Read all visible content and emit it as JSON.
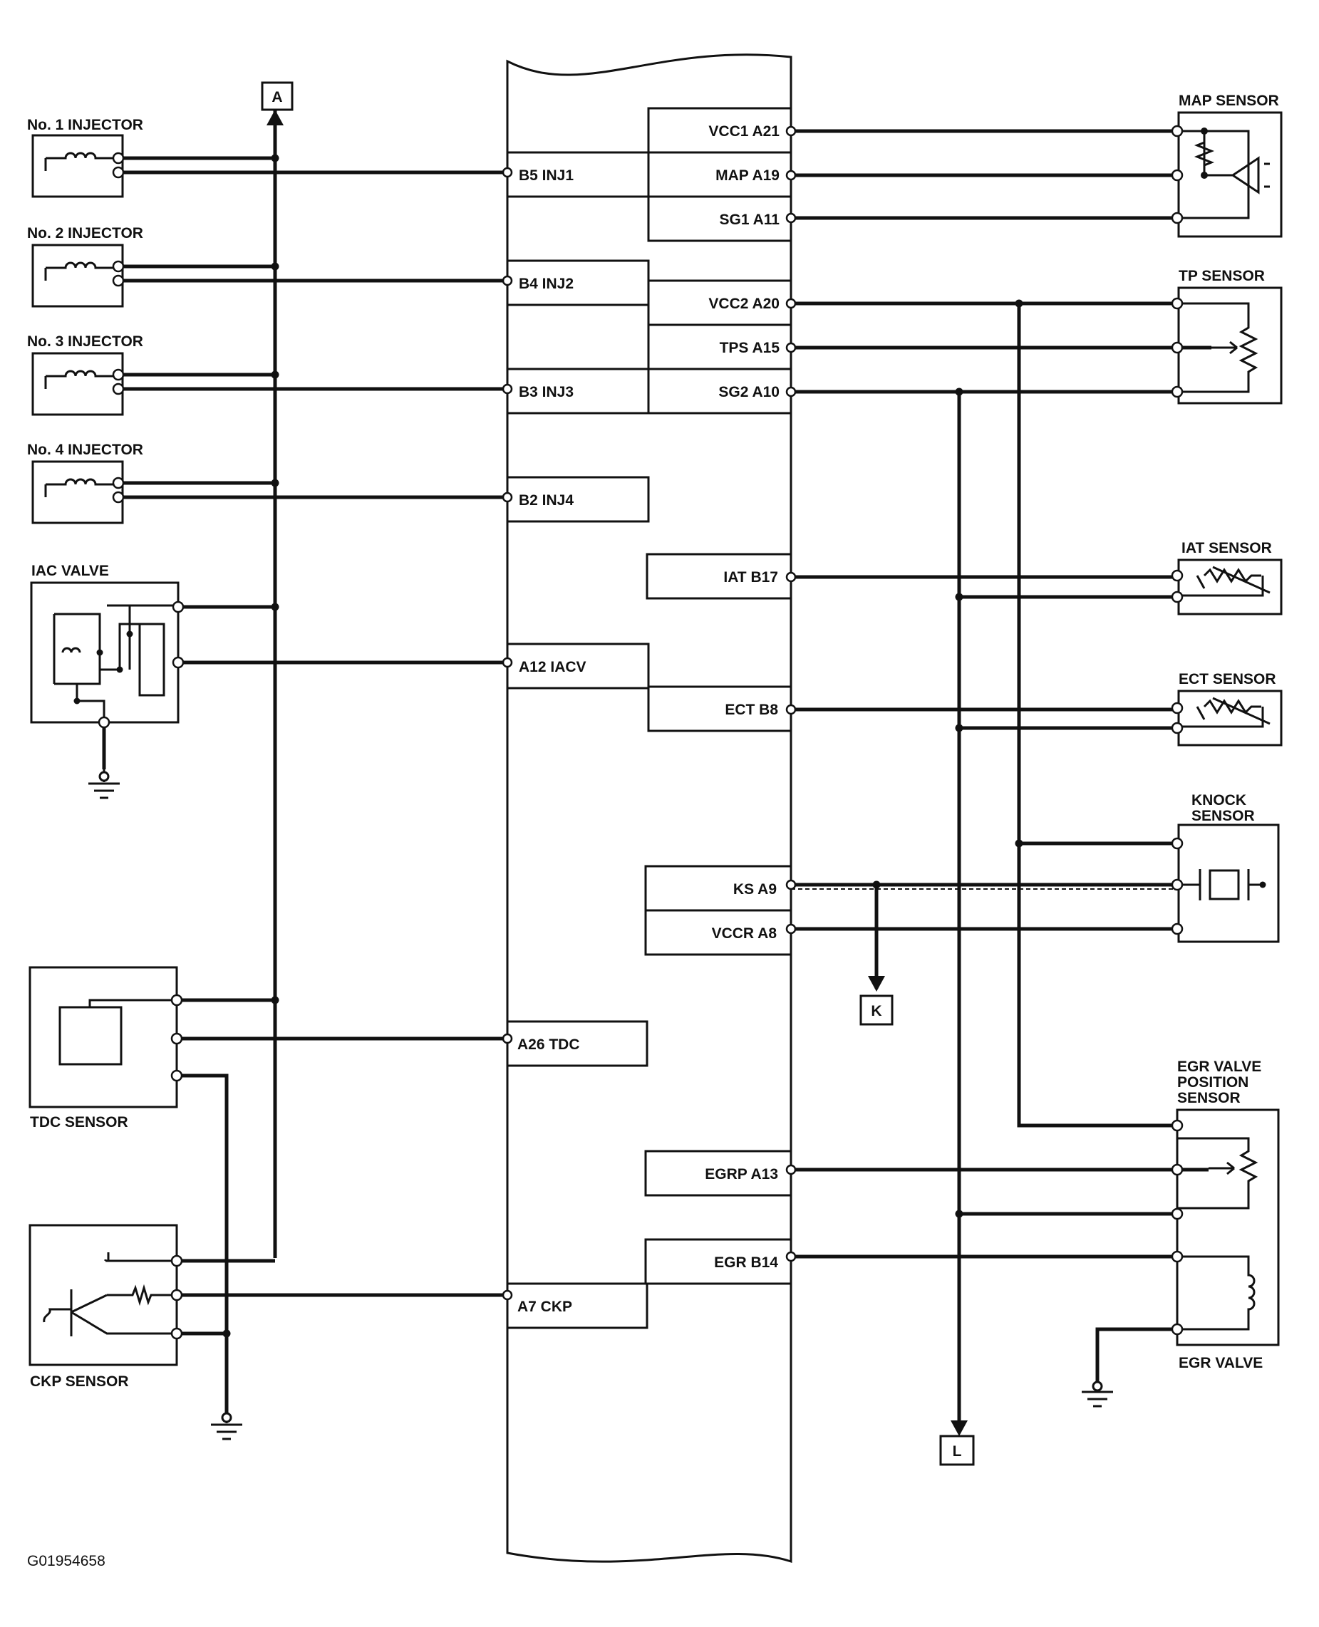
{
  "figure_id": "G01954658",
  "ecm_pins": {
    "left": [
      "B5 INJ1",
      "B4 INJ2",
      "B3 INJ3",
      "B2 INJ4",
      "A12 IACV",
      "A26 TDC",
      "A7 CKP"
    ],
    "right": [
      "VCC1 A21",
      "MAP A19",
      "SG1 A11",
      "VCC2 A20",
      "TPS A15",
      "SG2 A10",
      "IAT B17",
      "ECT B8",
      "KS A9",
      "VCCR A8",
      "EGRP A13",
      "EGR B14"
    ]
  },
  "components": {
    "injector_1": "No. 1 INJECTOR",
    "injector_2": "No. 2 INJECTOR",
    "injector_3": "No. 3 INJECTOR",
    "injector_4": "No. 4 INJECTOR",
    "iac_valve": "IAC VALVE",
    "tdc_sensor": "TDC SENSOR",
    "ckp_sensor": "CKP SENSOR",
    "map_sensor": "MAP SENSOR",
    "tp_sensor": "TP SENSOR",
    "iat_sensor": "IAT SENSOR",
    "ect_sensor": "ECT SENSOR",
    "knock_sensor": [
      "KNOCK",
      "SENSOR"
    ],
    "egr_position_sensor": [
      "EGR VALVE",
      "POSITION",
      "SENSOR"
    ],
    "egr_valve": "EGR VALVE"
  },
  "connectors": {
    "a": "A",
    "k": "K",
    "l": "L"
  },
  "colors": {
    "ink": "#111111",
    "background": "#ffffff"
  }
}
